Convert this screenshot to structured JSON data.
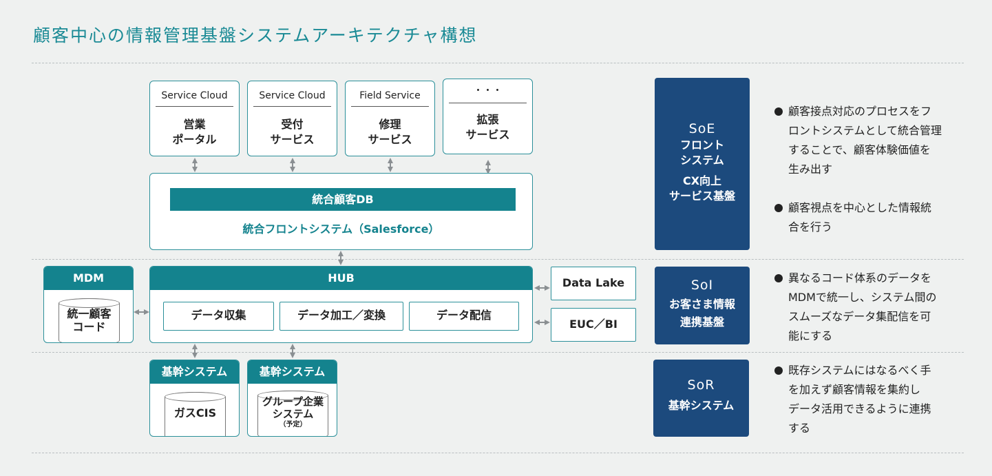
{
  "title": "顧客中心の情報管理基盤システムアーキテクチャ構想",
  "services": [
    {
      "head": "Service Cloud",
      "body": [
        "営業",
        "ポータル"
      ]
    },
    {
      "head": "Service Cloud",
      "body": [
        "受付",
        "サービス"
      ]
    },
    {
      "head": "Field Service",
      "body": [
        "修理",
        "サービス"
      ]
    },
    {
      "head": "・・・",
      "body": [
        "拡張",
        "サービス"
      ]
    }
  ],
  "front": {
    "db_label": "統合顧客DB",
    "system_label": "統合フロントシステム（Salesforce）"
  },
  "mdm": {
    "header": "MDM",
    "cylinder": [
      "統一顧客",
      "コード"
    ]
  },
  "hub": {
    "header": "HUB",
    "functions": [
      "データ収集",
      "データ加工／変換",
      "データ配信"
    ]
  },
  "outputs": [
    "Data Lake",
    "EUC／BI"
  ],
  "core_systems": [
    {
      "header": "基幹システム",
      "cylinder": [
        "ガスCIS"
      ],
      "note": ""
    },
    {
      "header": "基幹システム",
      "cylinder": [
        "グループ企業",
        "システム"
      ],
      "note": "（予定）"
    }
  ],
  "layers": [
    {
      "en": "SoE",
      "ja": [
        "フロント",
        "システム",
        "CX向上",
        "サービス基盤"
      ]
    },
    {
      "en": "SoI",
      "ja": [
        "お客さま情報",
        "連携基盤"
      ]
    },
    {
      "en": "SoR",
      "ja": [
        "基幹システム"
      ]
    }
  ],
  "descriptions": [
    [
      "顧客接点対応のプロセスをフ",
      "ロントシステムとして統合管理",
      "することで、顧客体験価値を",
      "生み出す"
    ],
    [
      "顧客視点を中心とした情報統",
      "合を行う"
    ],
    [
      "異なるコード体系のデータを",
      "MDMで統一し、システム間の",
      "スムーズなデータ集配信を可",
      "能にする"
    ],
    [
      "既存システムにはなるべく手",
      "を加えず顧客情報を集約し",
      "データ活用できるように連携",
      "する"
    ]
  ],
  "colors": {
    "teal": "#14838e",
    "navy": "#1c4a7d",
    "background": "#eff1f0"
  }
}
